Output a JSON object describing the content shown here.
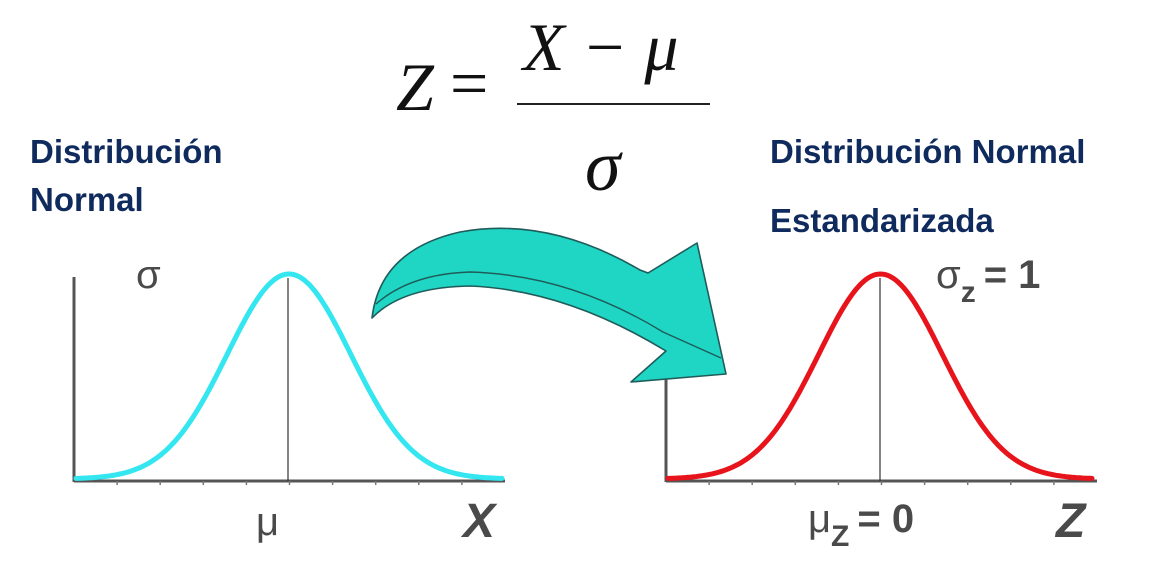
{
  "formula": {
    "lhs": "Z",
    "equals": "=",
    "numerator": "X − μ",
    "denominator": "σ"
  },
  "left_panel": {
    "title_line1": "Distribución",
    "title_line2": "Normal",
    "sigma_label": "σ",
    "mean_label": "μ",
    "axis_label": "X"
  },
  "right_panel": {
    "title_line1": "Distribución Normal",
    "title_line2": "Estandarizada",
    "sigma_symbol": "σ",
    "sigma_subscript": "z",
    "sigma_value": "= 1",
    "mean_symbol": "μ",
    "mean_subscript": "Z",
    "mean_value": "= 0",
    "axis_label": "Z"
  },
  "colors": {
    "heading": "#0f2a5c",
    "label": "#4a4a4a",
    "left_curve": "#33e6f0",
    "right_curve": "#e8141b",
    "arrow_fill": "#1fd6c4",
    "arrow_stroke": "#1f5c5a",
    "axis": "#555555"
  }
}
